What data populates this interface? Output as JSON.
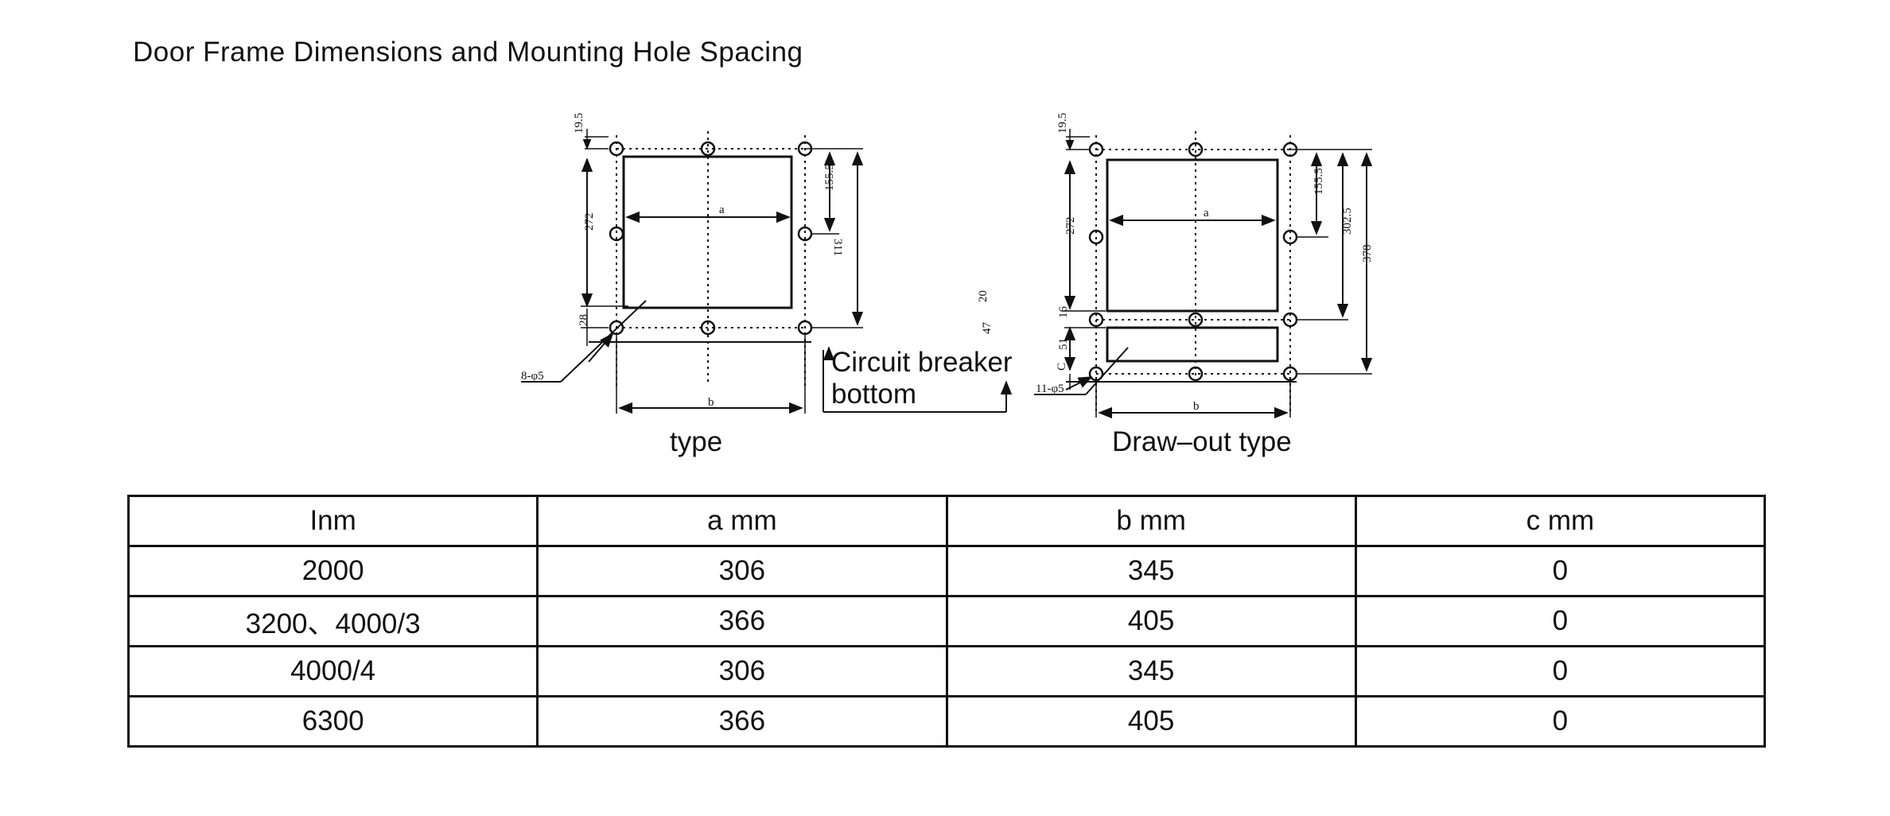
{
  "page": {
    "title": "Door Frame Dimensions and Mounting Hole Spacing"
  },
  "diagram": {
    "fixed": {
      "caption": "type",
      "dims": {
        "top": "19.5",
        "left_span": "272",
        "bottom_gap": "28",
        "right_half": "155.5",
        "right_total": "311",
        "width_a": "a",
        "width_b": "b",
        "holes": "8-φ5"
      }
    },
    "middle_dims": {
      "d1": "47",
      "d2": "20"
    },
    "callout": {
      "line1": "Circuit breaker",
      "line2": "bottom"
    },
    "drawout": {
      "caption": "Draw–out type",
      "dims": {
        "top": "19.5",
        "left_span": "272",
        "gap16": "16",
        "c_label": "C",
        "gap51": "51",
        "right_half": "155.5",
        "right_mid": "302.5",
        "right_total": "378",
        "width_a": "a",
        "width_b": "b",
        "holes": "11-φ5"
      }
    }
  },
  "table": {
    "headers": [
      "Inm",
      "a mm",
      "b mm",
      "c mm"
    ],
    "rows": [
      [
        "2000",
        "306",
        "345",
        "0"
      ],
      [
        "3200、4000/3",
        "366",
        "405",
        "0"
      ],
      [
        "4000/4",
        "306",
        "345",
        "0"
      ],
      [
        "6300",
        "366",
        "405",
        "0"
      ]
    ]
  }
}
